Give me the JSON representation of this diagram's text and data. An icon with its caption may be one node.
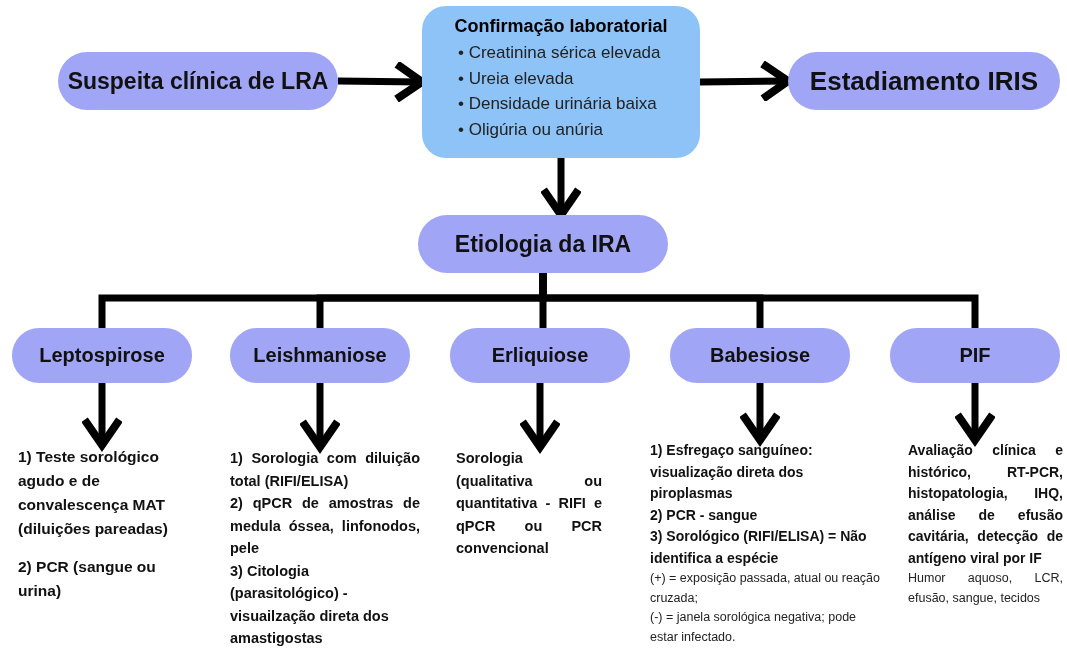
{
  "diagram": {
    "nodes": [
      {
        "text": [
          "Suspeita clínica de LRA"
        ]
      },
      {
        "text": [
          "Confirmação laboratorial",
          "• Creatinina sérica elevada",
          "• Ureia elevada",
          "• Densidade urinária baixa",
          "• Oligúria ou anúria"
        ]
      },
      {
        "text": [
          "Estadiamento IRIS"
        ]
      },
      {
        "text": [
          "Etiologia da IRA"
        ]
      },
      {
        "text": [
          "Leptospirose"
        ]
      },
      {
        "text": [
          "Leishmaniose"
        ]
      },
      {
        "text": [
          "Erliquiose"
        ]
      },
      {
        "text": [
          "Babesiose"
        ]
      },
      {
        "text": [
          "PIF"
        ]
      },
      {
        "text": [
          "1) Teste sorológico agudo e de convalescença MAT (diluições pareadas)",
          "2) PCR (sangue ou urina)"
        ]
      },
      {
        "text": [
          "1) Sorologia com diluição total (RIFI/ELISA)",
          "2) qPCR de amostras de medula óssea, linfonodos, pele",
          "3) Citologia (parasitológico) - visuailzação direta dos amastigostas"
        ]
      },
      {
        "text": [
          "Sorologia (qualitativa ou quantitativa - RIFI e qPCR ou PCR convencional"
        ]
      },
      {
        "text": [
          "1) Esfregaço sanguíneo: visualização direta dos piroplasmas",
          "2) PCR - sangue",
          "3) Sorológico (RIFI/ELISA) = Não identifica a espécie",
          "(+) = exposição passada, atual ou reação cruzada;",
          "(-) = janela sorológica negativa; pode estar infectado."
        ]
      },
      {
        "text": [
          "Avaliação clínica e histórico, RT-PCR, histopatologia, IHQ, análise de efusão cavitária, detecção de antígeno viral por IF",
          "Humor aquoso, LCR, efusão, sangue, tecidos"
        ]
      }
    ],
    "edges": [
      {
        "from": 0,
        "to": 1,
        "arrow": "to"
      },
      {
        "from": 1,
        "to": 2,
        "arrow": "to"
      },
      {
        "from": 1,
        "to": 3,
        "arrow": "to"
      },
      {
        "from": 3,
        "to": 4,
        "arrow": "none"
      },
      {
        "from": 3,
        "to": 5,
        "arrow": "none"
      },
      {
        "from": 3,
        "to": 6,
        "arrow": "none"
      },
      {
        "from": 3,
        "to": 7,
        "arrow": "none"
      },
      {
        "from": 3,
        "to": 8,
        "arrow": "none"
      },
      {
        "from": 4,
        "to": 9,
        "arrow": "to"
      },
      {
        "from": 5,
        "to": 10,
        "arrow": "to"
      },
      {
        "from": 6,
        "to": 11,
        "arrow": "to"
      },
      {
        "from": 7,
        "to": 12,
        "arrow": "to"
      },
      {
        "from": 8,
        "to": 13,
        "arrow": "to"
      }
    ]
  }
}
